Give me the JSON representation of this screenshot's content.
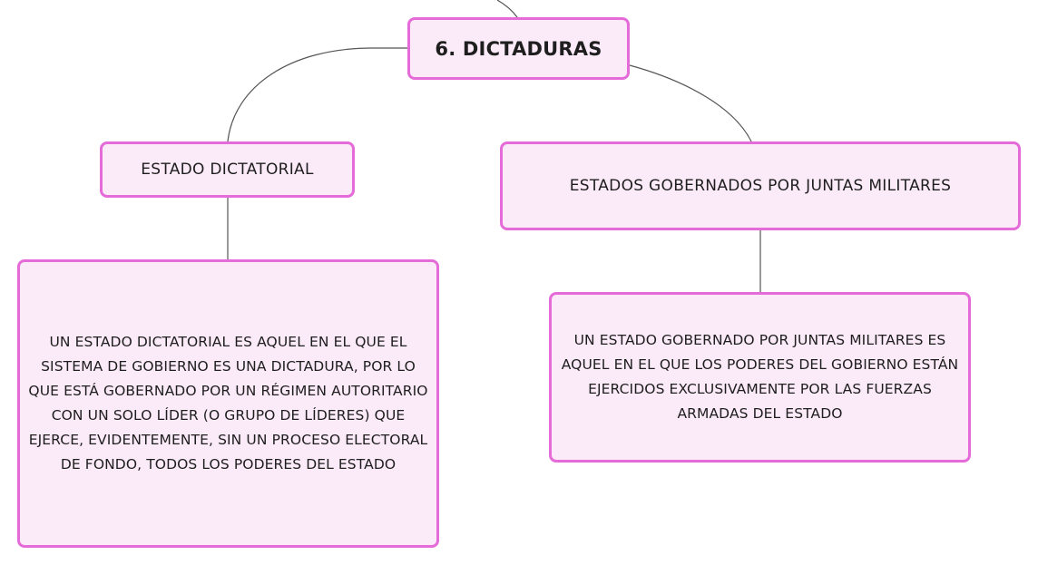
{
  "mindmap": {
    "root": {
      "label": "6. DICTADURAS"
    },
    "left_branch": {
      "label": "ESTADO DICTATORIAL",
      "description": "UN ESTADO DICTATORIAL ES AQUEL EN EL QUE EL SISTEMA DE GOBIERNO ES UNA DICTADURA, POR LO QUE ESTÁ GOBERNADO POR UN RÉGIMEN AUTORITARIO CON UN SOLO LÍDER (O GRUPO DE LÍDERES) QUE EJERCE, EVIDENTEMENTE, SIN UN PROCESO ELECTORAL DE FONDO, TODOS LOS PODERES DEL ESTADO"
    },
    "right_branch": {
      "label": "ESTADOS GOBERNADOS POR JUNTAS MILITARES",
      "description": "UN ESTADO GOBERNADO POR JUNTAS MILITARES ES AQUEL EN EL QUE LOS PODERES DEL GOBIERNO ESTÁN EJERCIDOS EXCLUSIVAMENTE POR LAS FUERZAS ARMADAS DEL ESTADO"
    }
  },
  "colors": {
    "node_border": "#e46bd8",
    "node_fill": "#fbeaf8",
    "connector": "#555555",
    "text": "#1e1e1e"
  }
}
